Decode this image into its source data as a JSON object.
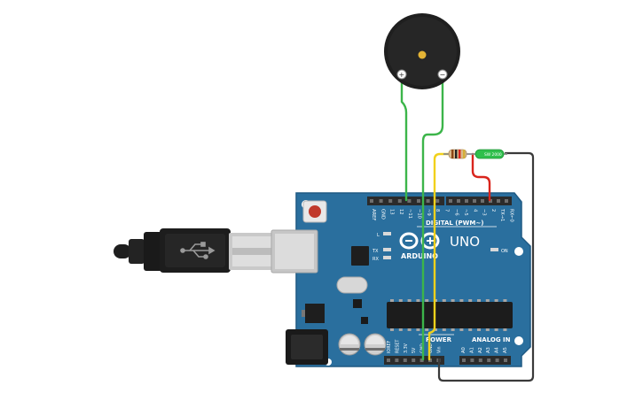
{
  "board": {
    "brand": "ARDUINO",
    "model": "UNO",
    "digital_header": "DIGITAL (PWM~)",
    "power_header": "POWER",
    "analog_header": "ANALOG IN",
    "led_labels": {
      "l": "L",
      "tx": "TX",
      "rx": "RX",
      "on": "ON"
    },
    "digital_pins": [
      "AREF",
      "GND",
      "13",
      "12",
      "~11",
      "~10",
      "~9",
      "8",
      "7",
      "~6",
      "~5",
      "4",
      "~3",
      "2",
      "TX→1",
      "RX←0"
    ],
    "power_pins": [
      "IOREF",
      "RESET",
      "3.3V",
      "5V",
      "GND",
      "GND",
      "Vin"
    ],
    "analog_pins": [
      "A0",
      "A1",
      "A2",
      "A3",
      "A4",
      "A5"
    ]
  },
  "buzzer": {
    "plus": "+",
    "minus": "−"
  },
  "switch": {
    "label": "SW 2000"
  },
  "colors": {
    "board": "#2a6f9e",
    "board_edge": "#1f5a84",
    "wire_green": "#3cb54a",
    "wire_yellow": "#f1d11b",
    "wire_red": "#d9251d",
    "wire_black": "#3a3a3a",
    "switch_green": "#2fbf4c"
  }
}
